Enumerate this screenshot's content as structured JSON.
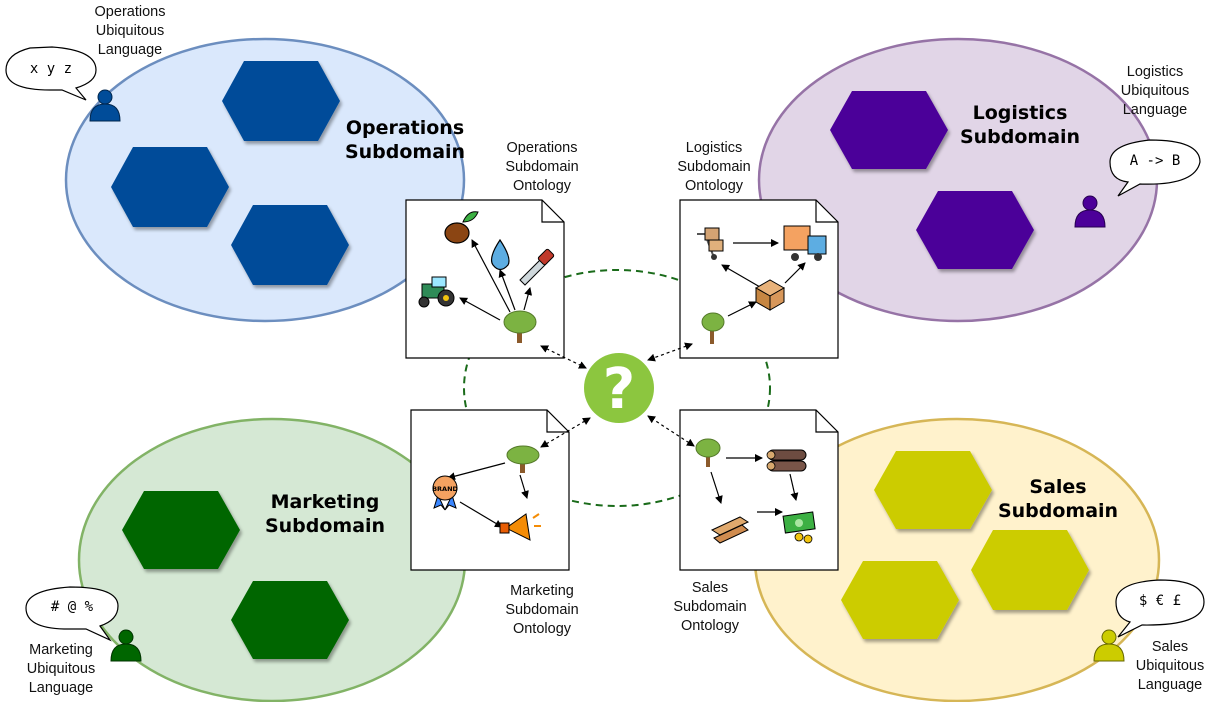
{
  "subdomains": {
    "operations": {
      "title_line1": "Operations",
      "title_line2": "Subdomain",
      "language_line1": "Operations",
      "language_line2": "Ubiquitous",
      "language_line3": "Language",
      "speech": "x y z",
      "ontology_line1": "Operations",
      "ontology_line2": "Subdomain",
      "ontology_line3": "Ontology",
      "color": "#004c99",
      "fill": "#dae8fc",
      "stroke": "#6c8ebf"
    },
    "logistics": {
      "title_line1": "Logistics",
      "title_line2": "Subdomain",
      "language_line1": "Logistics",
      "language_line2": "Ubiquitous",
      "language_line3": "Language",
      "speech": "A -> B",
      "ontology_line1": "Logistics",
      "ontology_line2": "Subdomain",
      "ontology_line3": "Ontology",
      "color": "#4c0099",
      "fill": "#e1d5e7",
      "stroke": "#9673a6"
    },
    "marketing": {
      "title_line1": "Marketing",
      "title_line2": "Subdomain",
      "language_line1": "Marketing",
      "language_line2": "Ubiquitous",
      "language_line3": "Language",
      "speech": "# @ %",
      "ontology_line1": "Marketing",
      "ontology_line2": "Subdomain",
      "ontology_line3": "Ontology",
      "color": "#006600",
      "fill": "#d5e8d4",
      "stroke": "#82b366"
    },
    "sales": {
      "title_line1": "Sales",
      "title_line2": "Subdomain",
      "language_line1": "Sales",
      "language_line2": "Ubiquitous",
      "language_line3": "Language",
      "speech": "$ € £",
      "ontology_line1": "Sales",
      "ontology_line2": "Subdomain",
      "ontology_line3": "Ontology",
      "color": "#cccc00",
      "fill": "#fff2cc",
      "stroke": "#d6b656"
    }
  },
  "center": {
    "symbol": "?",
    "color": "#8cc63f",
    "ring_color": "#1a6b1a"
  },
  "icons": {
    "operations": [
      "seed-icon",
      "water-drop-icon",
      "saw-icon",
      "tractor-icon",
      "tree-icon"
    ],
    "logistics": [
      "hand-truck-icon",
      "delivery-truck-icon",
      "package-icon",
      "tree-icon"
    ],
    "marketing": [
      "tree-icon",
      "brand-badge-icon",
      "megaphone-icon"
    ],
    "sales": [
      "tree-icon",
      "logs-icon",
      "planks-icon",
      "money-icon"
    ]
  },
  "brand_text": "BRAND"
}
